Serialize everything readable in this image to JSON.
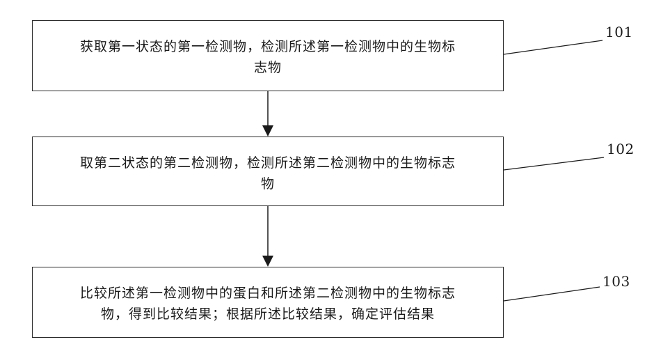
{
  "steps": [
    {
      "id": "101",
      "line1": "获取第一状态的第一检测物，检测所述第一检测物中的生物标",
      "line2": "志物"
    },
    {
      "id": "102",
      "line1": "取第二状态的第二检测物，检测所述第二检测物中的生物标志",
      "line2": "物"
    },
    {
      "id": "103",
      "line1": "比较所述第一检测物中的蛋白和所述第二检测物中的生物标志",
      "line2": "物，得到比较结果；根据所述比较结果，确定评估结果"
    }
  ]
}
